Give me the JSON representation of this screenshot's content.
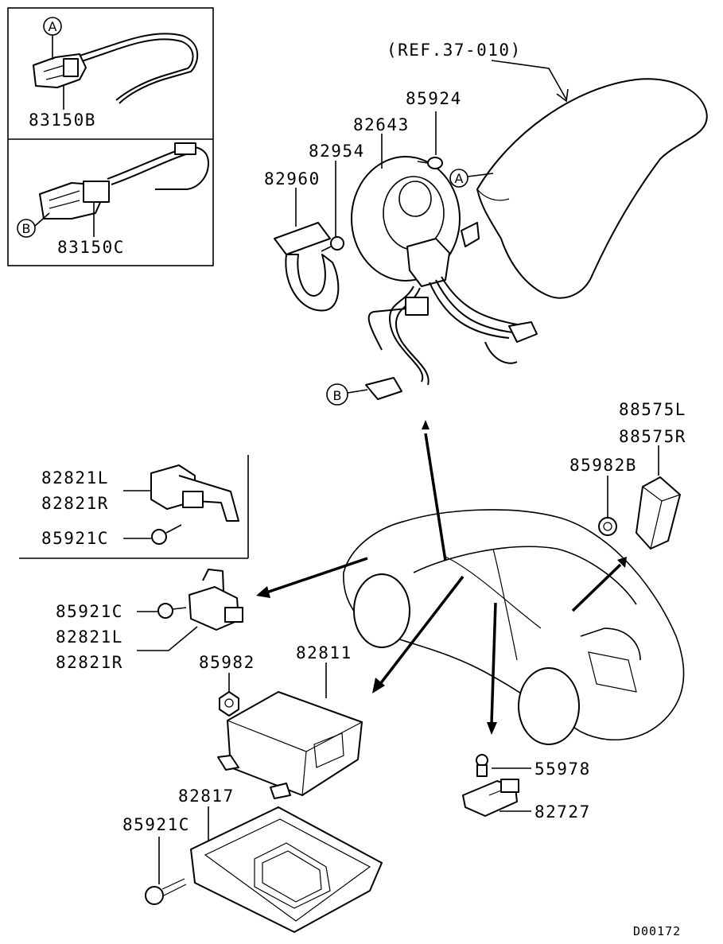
{
  "reference": "(REF.37-010)",
  "diagram_code": "D00172",
  "markers": {
    "a": "A",
    "b": "B"
  },
  "parts": {
    "p83150B": "83150B",
    "p83150C": "83150C",
    "p85924": "85924",
    "p82643": "82643",
    "p82954": "82954",
    "p82960": "82960",
    "p88575L": "88575L",
    "p88575R": "88575R",
    "p85982B": "85982B",
    "p82821L_top": "82821L",
    "p82821R_top": "82821R",
    "p85921C_top": "85921C",
    "p85921C_mid": "85921C",
    "p82821L_mid": "82821L",
    "p82821R_mid": "82821R",
    "p85982": "85982",
    "p82811": "82811",
    "p82817": "82817",
    "p85921C_bot": "85921C",
    "p55978": "55978",
    "p82727": "82727"
  }
}
